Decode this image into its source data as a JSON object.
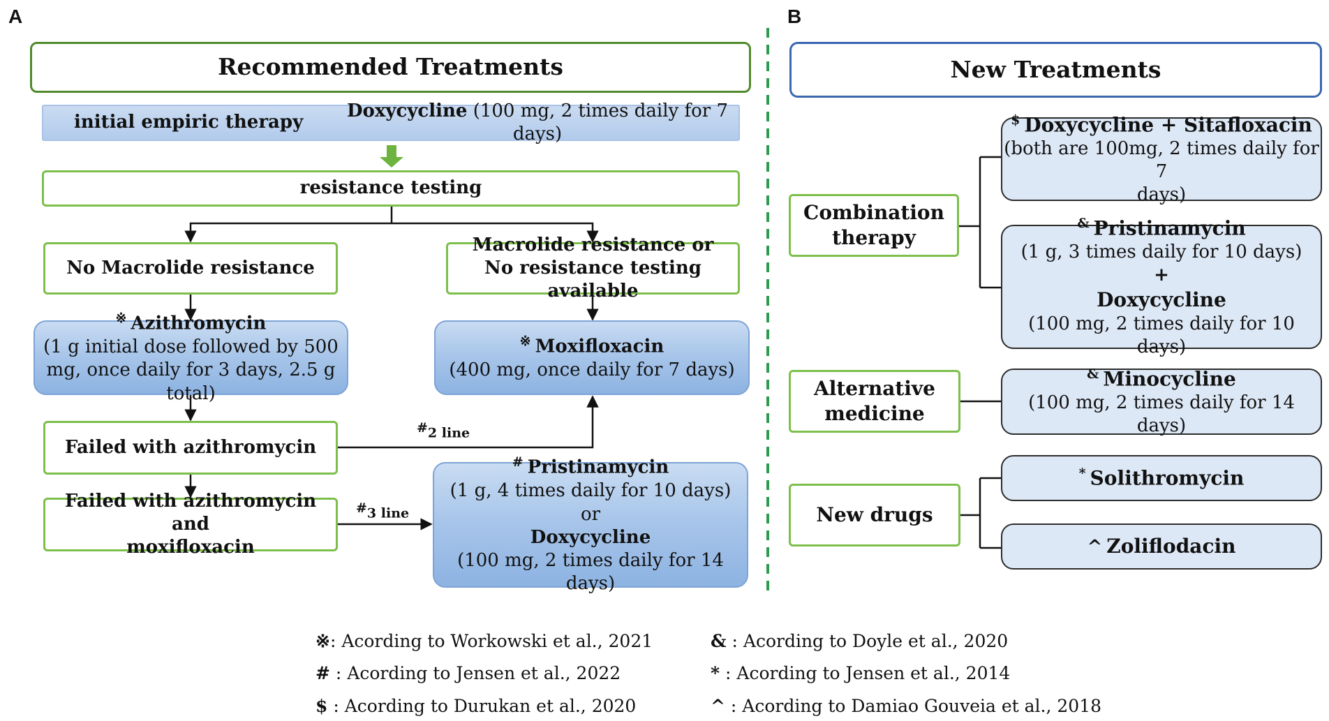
{
  "panel_a": {
    "letter": "A",
    "title": "Recommended Treatments",
    "empiric": {
      "label": "initial empiric therapy",
      "drug": "Doxycycline",
      "dose": "(100 mg, 2 times daily for 7 days)"
    },
    "resistance_testing": "resistance testing",
    "no_macrolide": "No Macrolide resistance",
    "macrolide_line1": "Macrolide resistance or",
    "macrolide_line2": "No resistance testing available",
    "azithro": {
      "mark": "※",
      "name": "Azithromycin",
      "dose_line1": "(1 g  initial dose followed by 500",
      "dose_line2": "mg, once daily for 3 days, 2.5 g total)"
    },
    "moxi": {
      "mark": "※",
      "name": "Moxifloxacin",
      "dose": "(400 mg, once daily for 7 days)"
    },
    "failed_azithro": "Failed with azithromycin",
    "failed_both_line1": "Failed with azithromycin and",
    "failed_both_line2": "moxifloxacin",
    "second_line": {
      "mark": "#",
      "text": "2 line"
    },
    "third_line": {
      "mark": "#",
      "text": "3 line"
    },
    "pristina": {
      "mark": "#",
      "name": "Pristinamycin",
      "dose": "(1 g, 4 times daily for 10 days)",
      "or": "or",
      "name2": "Doxycycline",
      "dose2": "(100 mg, 2 times daily for 14 days)"
    }
  },
  "panel_b": {
    "letter": "B",
    "title": "New Treatments",
    "combination_line1": "Combination",
    "combination_line2": "therapy",
    "doxy_sita": {
      "mark": "$",
      "name": "Doxycycline + Sitafloxacin",
      "dose_line1": "(both are 100mg, 2 times daily for 7",
      "dose_line2": "days)"
    },
    "pristina_doxy": {
      "mark": "&",
      "name": "Pristinamycin",
      "dose": "(1 g, 3 times daily for 10 days)",
      "plus": "+",
      "name2": "Doxycycline",
      "dose2": "(100 mg, 2 times daily for 10 days)"
    },
    "alternative_line1": "Alternative",
    "alternative_line2": "medicine",
    "minocycline": {
      "mark": "&",
      "name": "Minocycline",
      "dose": "(100 mg, 2 times daily for 14 days)"
    },
    "new_drugs": "New drugs",
    "solithromycin": {
      "mark": "*",
      "name": "Solithromycin"
    },
    "zoliflodacin": {
      "mark": "^",
      "name": "Zoliflodacin"
    }
  },
  "legend": [
    {
      "symbol": "※",
      "text": ": Acording to Workowski et al., 2021"
    },
    {
      "symbol": "#",
      "text": " : Acording to Jensen et al., 2022"
    },
    {
      "symbol": "$",
      "text": " : Acording to Durukan et al., 2020"
    },
    {
      "symbol": "&",
      "text": " : Acording to Doyle et al., 2020"
    },
    {
      "symbol": "*",
      "text": " : Acording to Jensen et al., 2014"
    },
    {
      "symbol": "^",
      "text": " : Acording to Damiao Gouveia et al., 2018"
    }
  ],
  "colors": {
    "green_border": "#7cbf4a",
    "dark_green_border": "#4f8a2b",
    "blue_border": "#3a66b0",
    "divider": "#2e9a4f",
    "arrow_green": "#6db33f"
  }
}
